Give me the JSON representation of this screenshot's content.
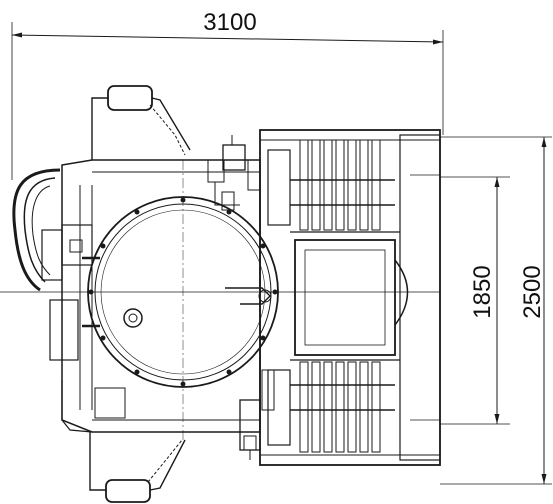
{
  "dimensions": {
    "width_label": "3100",
    "height_outer_label": "2500",
    "height_inner_label": "1850"
  },
  "colors": {
    "ink": "#1a1a1a",
    "paper": "#ffffff"
  }
}
